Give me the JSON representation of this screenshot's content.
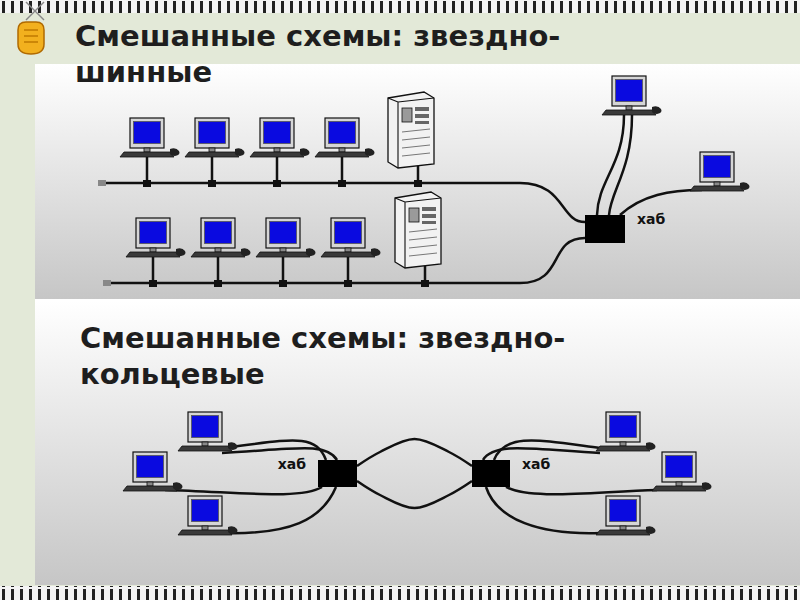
{
  "diagram": {
    "title": "Смешанные схемы: звездно-шинные",
    "nodes": [
      {
        "text": [
          "хаб"
        ]
      },
      {
        "text": [
          "хаб"
        ]
      },
      {
        "text": [
          "хаб"
        ]
      }
    ],
    "edges": [
      {
        "from": 1,
        "to": 2,
        "arrow": "none"
      },
      {
        "from": 1,
        "to": 2,
        "arrow": "none"
      }
    ],
    "labels": [
      "Смешанные схемы: звездно-кольцевые"
    ]
  }
}
